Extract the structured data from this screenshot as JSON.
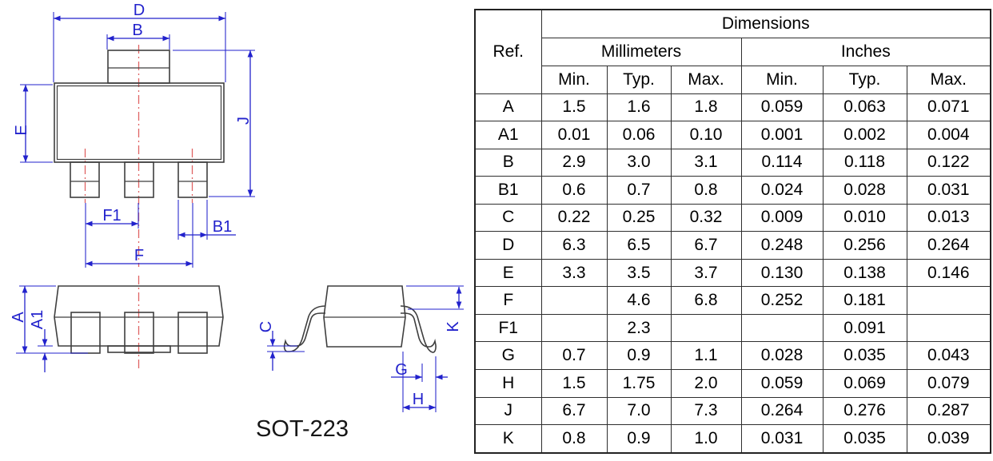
{
  "drawing": {
    "package_label": "SOT-223",
    "dim_labels": {
      "D": "D",
      "B": "B",
      "E": "E",
      "J": "J",
      "F1": "F1",
      "B1": "B1",
      "F": "F",
      "A": "A",
      "A1": "A1",
      "C": "C",
      "K": "K",
      "G": "G",
      "H": "H"
    },
    "colors": {
      "dimension_blue": "#2222cc",
      "centerline_red": "#e06363",
      "outline_gray": "#3f3f3f"
    }
  },
  "table": {
    "title": "Dimensions",
    "ref_header": "Ref.",
    "unit_millimeters": "Millimeters",
    "unit_inches": "Inches",
    "subheaders": [
      "Min.",
      "Typ.",
      "Max."
    ],
    "rows": [
      {
        "ref": "A",
        "values": [
          "1.5",
          "1.6",
          "1.8",
          "0.059",
          "0.063",
          "0.071"
        ]
      },
      {
        "ref": "A1",
        "values": [
          "0.01",
          "0.06",
          "0.10",
          "0.001",
          "0.002",
          "0.004"
        ]
      },
      {
        "ref": "B",
        "values": [
          "2.9",
          "3.0",
          "3.1",
          "0.114",
          "0.118",
          "0.122"
        ]
      },
      {
        "ref": "B1",
        "values": [
          "0.6",
          "0.7",
          "0.8",
          "0.024",
          "0.028",
          "0.031"
        ]
      },
      {
        "ref": "C",
        "values": [
          "0.22",
          "0.25",
          "0.32",
          "0.009",
          "0.010",
          "0.013"
        ]
      },
      {
        "ref": "D",
        "values": [
          "6.3",
          "6.5",
          "6.7",
          "0.248",
          "0.256",
          "0.264"
        ]
      },
      {
        "ref": "E",
        "values": [
          "3.3",
          "3.5",
          "3.7",
          "0.130",
          "0.138",
          "0.146"
        ]
      },
      {
        "ref": "F",
        "values": [
          "",
          "4.6",
          "6.8",
          "0.252",
          "0.181",
          ""
        ]
      },
      {
        "ref": "F1",
        "values": [
          "",
          "2.3",
          "",
          "",
          "0.091",
          ""
        ]
      },
      {
        "ref": "G",
        "values": [
          "0.7",
          "0.9",
          "1.1",
          "0.028",
          "0.035",
          "0.043"
        ]
      },
      {
        "ref": "H",
        "values": [
          "1.5",
          "1.75",
          "2.0",
          "0.059",
          "0.069",
          "0.079"
        ]
      },
      {
        "ref": "J",
        "values": [
          "6.7",
          "7.0",
          "7.3",
          "0.264",
          "0.276",
          "0.287"
        ]
      },
      {
        "ref": "K",
        "values": [
          "0.8",
          "0.9",
          "1.0",
          "0.031",
          "0.035",
          "0.039"
        ]
      }
    ]
  }
}
